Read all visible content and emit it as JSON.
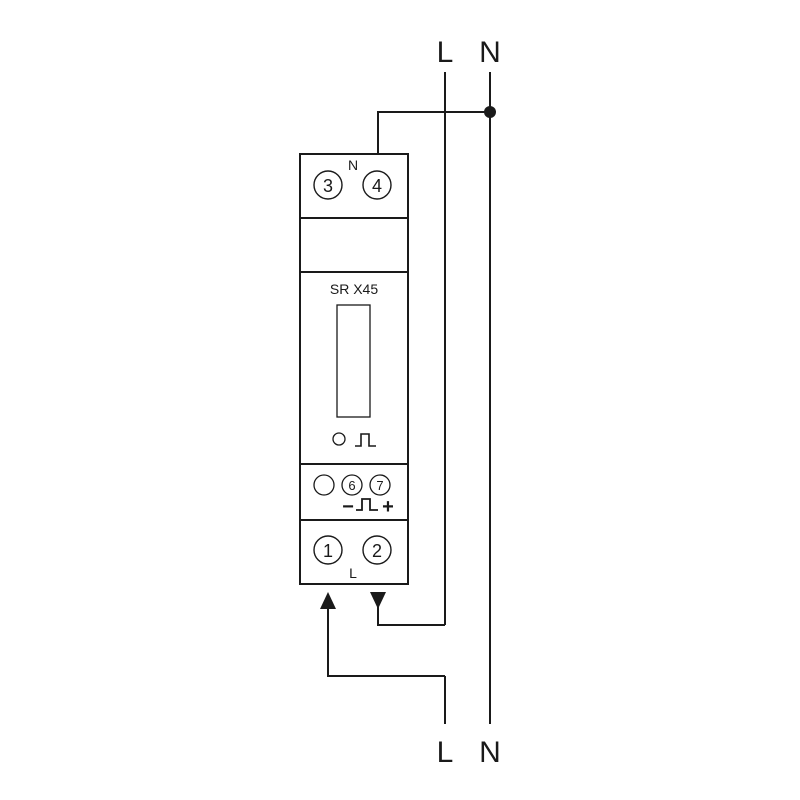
{
  "lines": {
    "top_live": "L",
    "top_neutral": "N",
    "bottom_live": "L",
    "bottom_neutral": "N"
  },
  "meter": {
    "model": "SR X45",
    "top_terminals": {
      "left": "3",
      "right": "4",
      "label": "N"
    },
    "bottom_terminals": {
      "left": "1",
      "right": "2",
      "label": "L"
    },
    "pulse_terminals": {
      "first": "6",
      "second": "7"
    },
    "pulse_minus": "−",
    "pulse_plus": "+"
  }
}
